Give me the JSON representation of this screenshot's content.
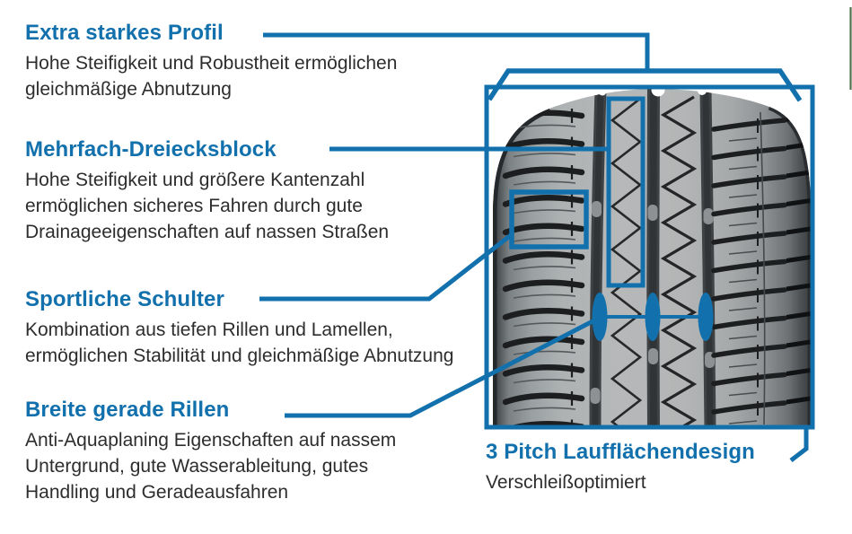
{
  "colors": {
    "accent_blue": "#1271ad",
    "body_text": "#2d2d2d",
    "green_edge": "#52714e"
  },
  "features": [
    {
      "id": "extra-starkes-profil",
      "title": "Extra starkes Profil",
      "lines": [
        "Hohe Steifigkeit und Robustheit ermöglichen",
        "gleichmäßige Abnutzung"
      ]
    },
    {
      "id": "mehrfach-dreiecksblock",
      "title": "Mehrfach-Dreiecksblock",
      "lines": [
        "Hohe Steifigkeit und größere Kantenzahl",
        "ermöglichen sicheres Fahren durch gute",
        "Drainageeigenschaften auf nassen Straßen"
      ]
    },
    {
      "id": "sportliche-schulter",
      "title": "Sportliche Schulter",
      "lines": [
        "Kombination aus tiefen Rillen und Lamellen,",
        "ermöglichen Stabilität und gleichmäßige Abnutzung"
      ]
    },
    {
      "id": "breite-gerade-rillen",
      "title": "Breite gerade Rillen",
      "lines": [
        "Anti-Aquaplaning Eigenschaften auf nassem",
        "Untergrund, gute Wasserableitung, gutes",
        "Handling und Geradeausfahren"
      ]
    },
    {
      "id": "pitch-laufflaechendesign",
      "title": "3 Pitch Laufflächendesign",
      "lines": [
        "Verschleißoptimiert"
      ]
    }
  ]
}
